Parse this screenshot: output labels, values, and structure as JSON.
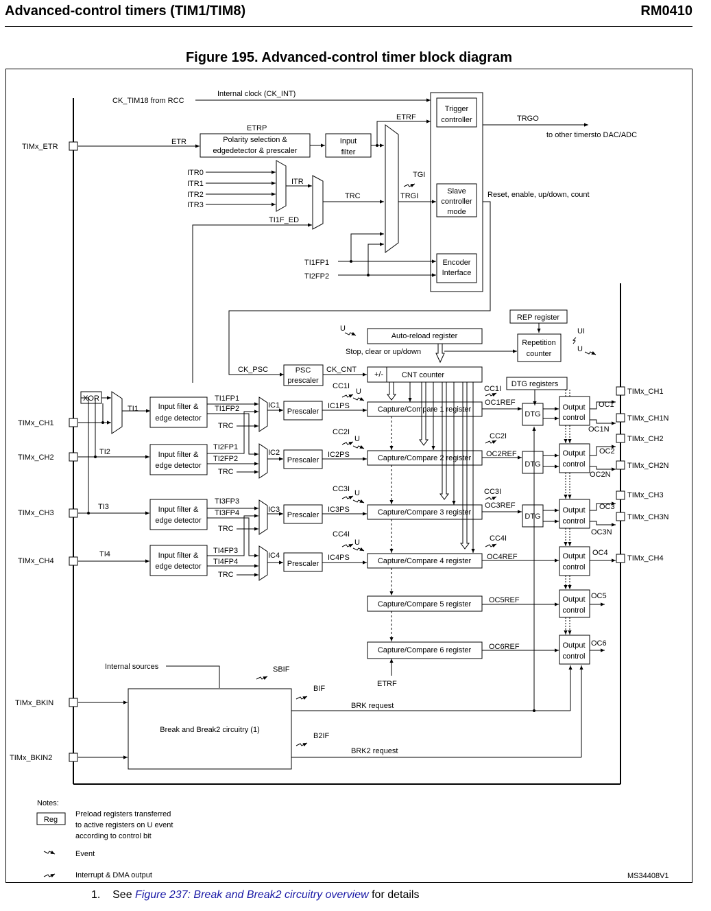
{
  "header": {
    "left": "Advanced-control timers (TIM1/TIM8)",
    "right": "RM0410"
  },
  "figure": {
    "title": "Figure 195. Advanced-control timer block diagram",
    "id": "MS34408V1"
  },
  "labels": {
    "ck_tim18": "CK_TIM18 from RCC",
    "internal_clock": "Internal clock (CK_INT)",
    "trigger_controller": [
      "Trigger",
      "controller"
    ],
    "trgo": "TRGO",
    "to_other": "to other timersto DAC/ADC",
    "etrf_top": "ETRF",
    "etrp": "ETRP",
    "etr": "ETR",
    "timx_etr": "TIMx_ETR",
    "polarity": [
      "Polarity selection &",
      "edgedetector & prescaler"
    ],
    "input_filter": [
      "Input",
      "filter"
    ],
    "itr0": "ITR0",
    "itr1": "ITR1",
    "itr2": "ITR2",
    "itr3": "ITR3",
    "itr": "ITR",
    "trc": "TRC",
    "trgi": "TRGI",
    "tgi": "TGI",
    "ti1f_ed": "TI1F_ED",
    "slave": [
      "Slave",
      "controller",
      "mode"
    ],
    "reset": "Reset, enable, up/down, count",
    "ti1fp1": "TI1FP1",
    "ti2fp2": "TI2FP2",
    "encoder": [
      "Encoder",
      "Interface"
    ],
    "rep_register": "REP register",
    "u": "U",
    "ui": "UI",
    "auto_reload": "Auto-reload register",
    "repetition": [
      "Repetition",
      "counter"
    ],
    "stop_clear": "Stop, clear or up/down",
    "ck_psc": "CK_PSC",
    "psc": [
      "PSC",
      "prescaler"
    ],
    "ck_cnt": "CK_CNT",
    "plusminus": "+/-",
    "cnt_counter": "CNT counter",
    "dtg_registers": "DTG registers",
    "xor": "XOR",
    "ti1": "TI1",
    "ti2": "TI2",
    "ti3": "TI3",
    "ti4": "TI4",
    "input_filter_edge": [
      "Input filter &",
      "edge detector"
    ],
    "prescaler": "Prescaler",
    "dtg": "DTG",
    "output_control": [
      "Output",
      "control"
    ],
    "etrf_bottom": "ETRF",
    "internal_sources": "Internal sources",
    "sbif": "SBIF",
    "bif": "BIF",
    "b2if": "B2IF",
    "timx_bkin": "TIMx_BKIN",
    "timx_bkin2": "TIMx_BKIN2",
    "break_circuitry": "Break and Break2 circuitry (1)",
    "brk_request": "BRK request",
    "brk2_request": "BRK2 request"
  },
  "channels": [
    {
      "pin": "TIMx_CH1",
      "fpa": "TI1FP1",
      "fpb": "TI1FP2",
      "ic": "IC1",
      "icps": "IC1PS",
      "cci": "CC1I",
      "reg": "Capture/Compare 1 register",
      "ccout": "CC1I",
      "ocref": "OC1REF",
      "oc": "OC1",
      "ocn": "OC1N",
      "out": "TIMx_CH1",
      "outn": "TIMx_CH1N"
    },
    {
      "pin": "TIMx_CH2",
      "fpa": "TI2FP1",
      "fpb": "TI2FP2",
      "ic": "IC2",
      "icps": "IC2PS",
      "cci": "CC2I",
      "reg": "Capture/Compare 2 register",
      "ccout": "CC2I",
      "ocref": "OC2REF",
      "oc": "OC2",
      "ocn": "OC2N",
      "out": "TIMx_CH2",
      "outn": "TIMx_CH2N"
    },
    {
      "pin": "TIMx_CH3",
      "fpa": "TI3FP3",
      "fpb": "TI3FP4",
      "ic": "IC3",
      "icps": "IC3PS",
      "cci": "CC3I",
      "reg": "Capture/Compare 3 register",
      "ccout": "CC3I",
      "ocref": "OC3REF",
      "oc": "OC3",
      "ocn": "OC3N",
      "out": "TIMx_CH3",
      "outn": "TIMx_CH3N"
    },
    {
      "pin": "TIMx_CH4",
      "fpa": "TI4FP3",
      "fpb": "TI4FP4",
      "ic": "IC4",
      "icps": "IC4PS",
      "cci": "CC4I",
      "reg": "Capture/Compare 4 register",
      "ccout": "CC4I",
      "ocref": "OC4REF",
      "oc": "OC4",
      "out": "TIMx_CH4"
    }
  ],
  "extra_channels": [
    {
      "reg": "Capture/Compare 5 register",
      "ocref": "OC5REF",
      "oc": "OC5"
    },
    {
      "reg": "Capture/Compare 6 register",
      "ocref": "OC6REF",
      "oc": "OC6"
    }
  ],
  "notes": {
    "title": "Notes:",
    "reg": "Reg",
    "preload": [
      "Preload registers transferred",
      "to active registers on U event",
      "according to control bit"
    ],
    "event": "Event",
    "interrupt": "Interrupt & DMA output"
  },
  "footnote": {
    "number": "1.",
    "prefix": "See",
    "link": "Figure 237: Break and Break2 circuitry overview",
    "suffix": "for details"
  }
}
